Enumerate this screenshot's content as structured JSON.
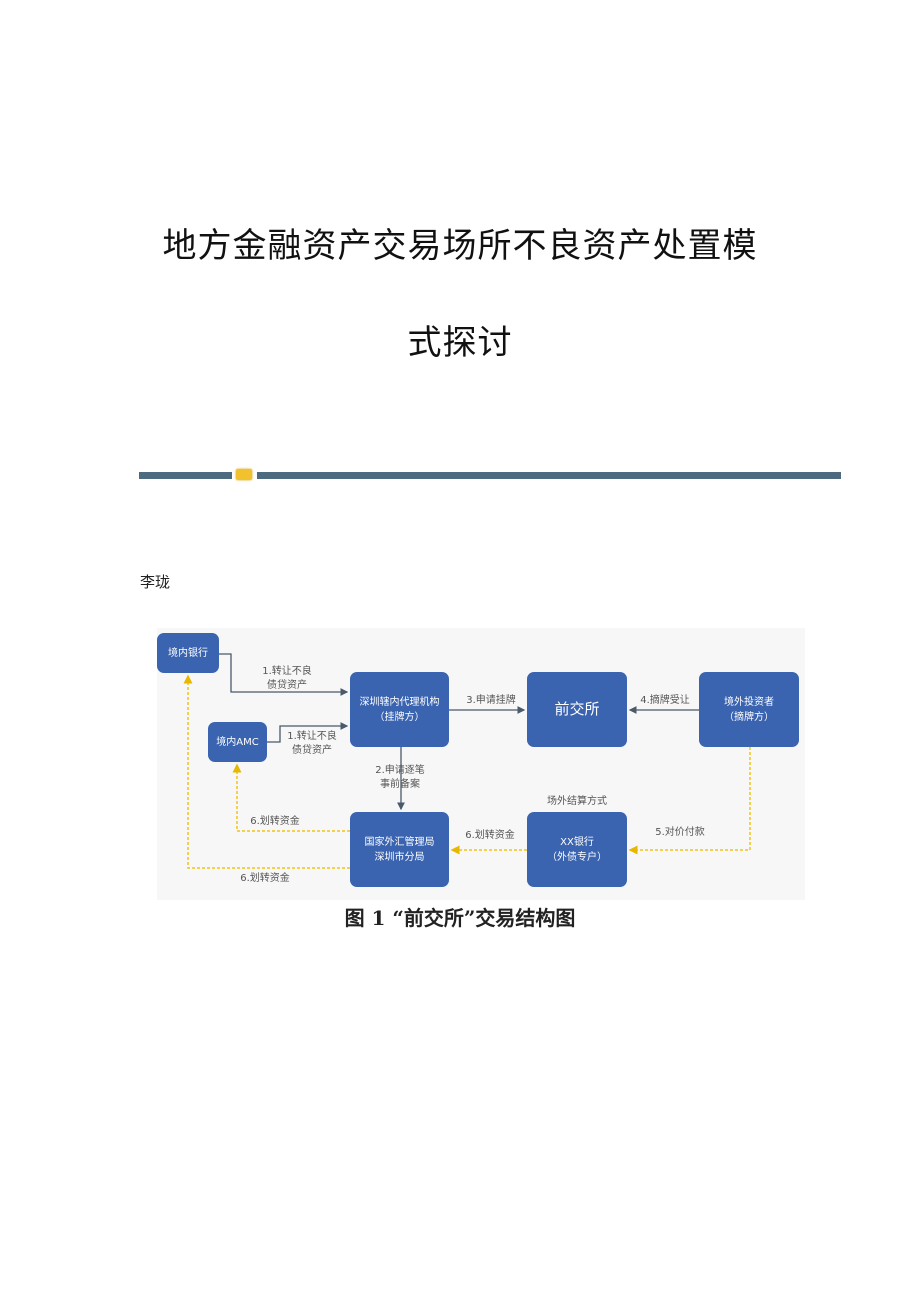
{
  "title": {
    "line1": "地方金融资产交易场所不良资产处置模",
    "line2": "式探讨"
  },
  "author": "李珑",
  "diagram": {
    "nodes": {
      "domestic_bank": [
        "境内银行"
      ],
      "domestic_amc": [
        "境内AMC"
      ],
      "agent": [
        "深圳辖内代理机构",
        "（挂牌方）"
      ],
      "exchange": [
        "前交所"
      ],
      "investor": [
        "境外投资者",
        "（摘牌方）"
      ],
      "safe": [
        "国家外汇管理局",
        "深圳市分局"
      ],
      "xx_bank": [
        "XX银行",
        "（外债专户）"
      ]
    },
    "labels": {
      "transfer1": [
        "1.转让不良",
        "债贷资产"
      ],
      "transfer2": [
        "1.转让不良",
        "债贷资产"
      ],
      "apply_filing": [
        "2.申请逐笔",
        "事前备案"
      ],
      "apply_listing": "3.申请挂牌",
      "delist": "4.摘牌受让",
      "pay": "5.对价付款",
      "fund_xx": "6.划转资金",
      "fund_amc": "6.划转资金",
      "fund_bank": "6.划转资金",
      "offshore": "场外结算方式"
    },
    "colors": {
      "node": "#3a63b0",
      "solid": "#4a5a6a",
      "dashed": "#f0c419"
    }
  },
  "caption": "图 1  “前交所”交易结构图"
}
